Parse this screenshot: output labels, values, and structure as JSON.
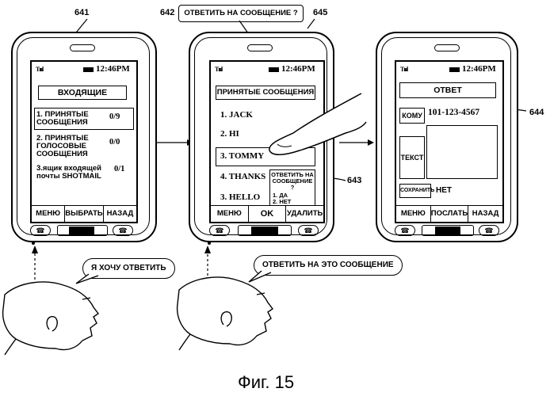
{
  "labels": {
    "phone1": "641",
    "phone2_top": "642",
    "phone2_callout": "ОТВЕТИТЬ НА СООБЩЕНИЕ ?",
    "phone2": "645",
    "popup": "643",
    "phone3_field": "644"
  },
  "status": {
    "time": "12:46PM",
    "signal": "Tıııl"
  },
  "phone1": {
    "title": "ВХОДЯЩИЕ",
    "items": [
      {
        "label": "1. ПРИНЯТЫЕ СООБЩЕНИЯ",
        "count": "0/9"
      },
      {
        "label": "2. ПРИНЯТЫЕ ГОЛОСОВЫЕ СООБЩЕНИЯ",
        "count": "0/0"
      },
      {
        "label": "3.ящик входящей почты SHOTMAIL",
        "count": "0/1"
      }
    ],
    "softkeys": [
      "МЕНЮ",
      "ВЫБРАТЬ",
      "НАЗАД"
    ]
  },
  "phone2": {
    "title": "ПРИНЯТЫЕ СООБЩЕНИЯ",
    "items": [
      "1. JACK",
      "2. HI",
      "3. TOMMY",
      "4. THANKS",
      "3. HELLO"
    ],
    "popup": {
      "question": "ОТВЕТИТЬ НА СООБЩЕНИЕ ?",
      "yes": "1. ДА",
      "no": "2. НЕТ"
    },
    "softkeys": [
      "МЕНЮ",
      "OK",
      "УДАЛИТЬ"
    ]
  },
  "phone3": {
    "title": "ОТВЕТ",
    "to_label": "КОМУ",
    "to_value": "101-123-4567",
    "text_label": "ТЕКСТ",
    "save_label": "СОХРАНИТЬ",
    "save_value": "НЕТ",
    "softkeys": [
      "МЕНЮ",
      "ПОСЛАТЬ",
      "НАЗАД"
    ]
  },
  "speech": {
    "bubble1": "Я ХОЧУ ОТВЕТИТЬ",
    "bubble2": "ОТВЕТИТЬ НА ЭТО СООБЩЕНИЕ"
  },
  "caption": "Фиг. 15"
}
